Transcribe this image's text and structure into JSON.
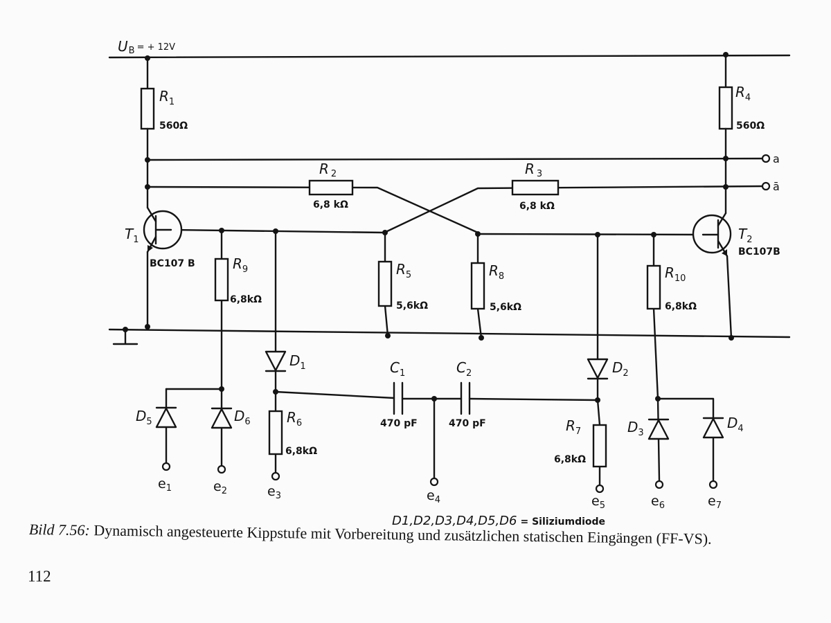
{
  "supply": {
    "symbol": "U",
    "subscript": "B",
    "value": "= + 12V"
  },
  "resistors": [
    {
      "id": "r1",
      "symbol": "R",
      "index": "1",
      "value": "560Ω"
    },
    {
      "id": "r4",
      "symbol": "R",
      "index": "4",
      "value": "560Ω"
    },
    {
      "id": "r2",
      "symbol": "R",
      "index": "2",
      "value": "6,8 kΩ"
    },
    {
      "id": "r3",
      "symbol": "R",
      "index": "3",
      "value": "6,8 kΩ"
    },
    {
      "id": "r9",
      "symbol": "R",
      "index": "9",
      "value": "6,8kΩ"
    },
    {
      "id": "r5",
      "symbol": "R",
      "index": "5",
      "value": "5,6kΩ"
    },
    {
      "id": "r8",
      "symbol": "R",
      "index": "8",
      "value": "5,6kΩ"
    },
    {
      "id": "r10",
      "symbol": "R",
      "index": "10",
      "value": "6,8kΩ"
    },
    {
      "id": "r6",
      "symbol": "R",
      "index": "6",
      "value": "6,8kΩ"
    },
    {
      "id": "r7",
      "symbol": "R",
      "index": "7",
      "value": "6,8kΩ"
    }
  ],
  "transistors": [
    {
      "id": "t1",
      "symbol": "T",
      "index": "1",
      "type": "BC107 B"
    },
    {
      "id": "t2",
      "symbol": "T",
      "index": "2",
      "type": "BC107B"
    }
  ],
  "capacitors": [
    {
      "id": "c1",
      "symbol": "C",
      "index": "1",
      "value": "470 pF"
    },
    {
      "id": "c2",
      "symbol": "C",
      "index": "2",
      "value": "470 pF"
    }
  ],
  "diodes": [
    {
      "id": "d1",
      "symbol": "D",
      "index": "1"
    },
    {
      "id": "d2",
      "symbol": "D",
      "index": "2"
    },
    {
      "id": "d3",
      "symbol": "D",
      "index": "3"
    },
    {
      "id": "d4",
      "symbol": "D",
      "index": "4"
    },
    {
      "id": "d5",
      "symbol": "D",
      "index": "5"
    },
    {
      "id": "d6",
      "symbol": "D",
      "index": "6"
    }
  ],
  "outputs": [
    "a",
    "ā"
  ],
  "inputs": [
    {
      "name": "e",
      "index": "1"
    },
    {
      "name": "e",
      "index": "2"
    },
    {
      "name": "e",
      "index": "3"
    },
    {
      "name": "e",
      "index": "4"
    },
    {
      "name": "e",
      "index": "5"
    },
    {
      "name": "e",
      "index": "6"
    },
    {
      "name": "e",
      "index": "7"
    }
  ],
  "diode_note": {
    "list": "D1,D2,D3,D4,D5,D6",
    "text": "= Siliziumdiode"
  },
  "caption": {
    "label": "Bild 7.56:",
    "text": "Dynamisch angesteuerte Kippstufe mit Vorbereitung und zusätzlichen statischen Eingängen (FF-VS)."
  },
  "page_number": "112"
}
